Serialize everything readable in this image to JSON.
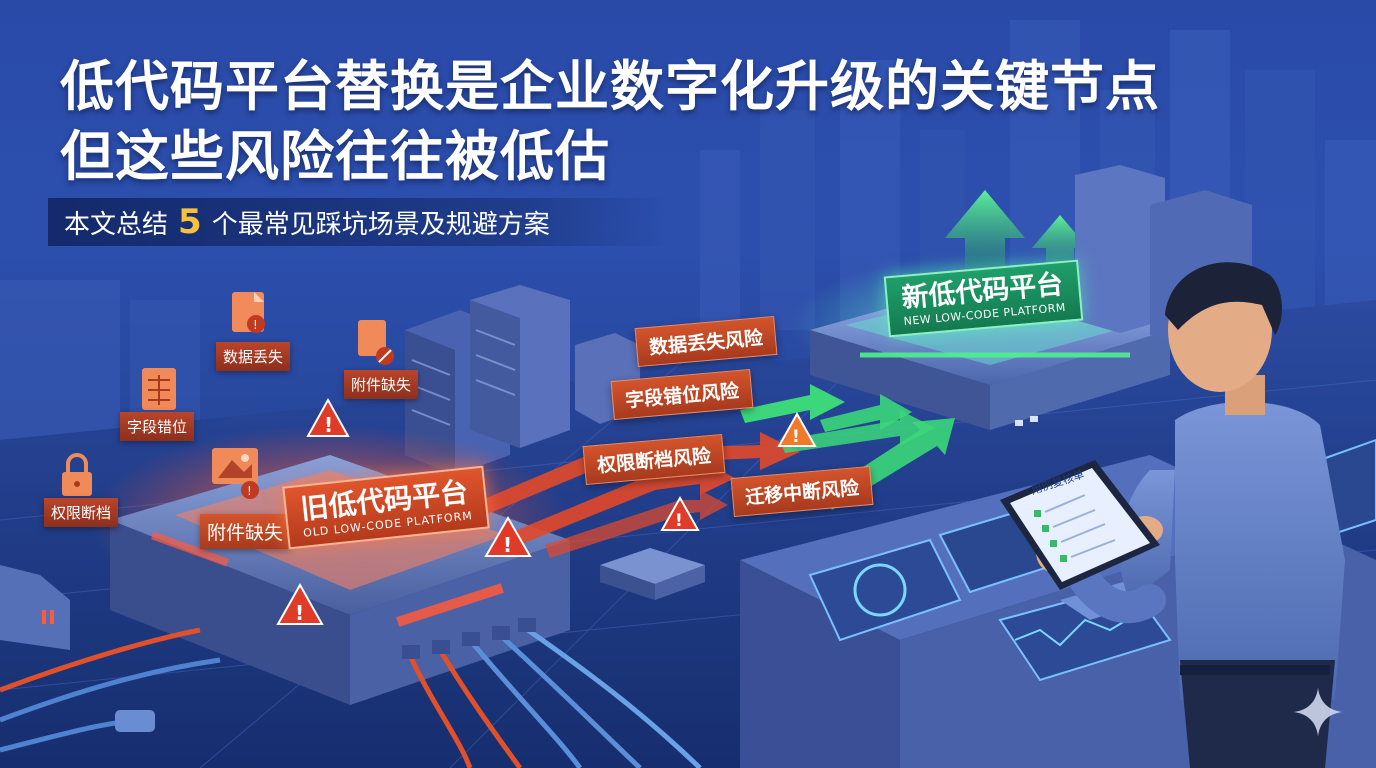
{
  "headline": {
    "line1": "低代码平台替换是企业数字化升级的关键节点",
    "line2": "但这些风险往往被低估"
  },
  "subtitle": {
    "prefix": "本文总结",
    "number": "5",
    "suffix": "个最常见踩坑场景及规避方案"
  },
  "old_platform": {
    "label_zh": "旧低代码平台",
    "label_en": "OLD LOW-CODE PLATFORM"
  },
  "new_platform": {
    "label_zh": "新低代码平台",
    "label_en": "NEW LOW-CODE PLATFORM"
  },
  "left_issue_tags": [
    "数据丢失",
    "附件缺失",
    "字段错位",
    "权限断档",
    "附件缺失"
  ],
  "risk_tags": [
    "数据丢失风险",
    "字段错位风险",
    "权限断档风险",
    "迁移中断风险"
  ],
  "tablet": {
    "header": "用例复核单"
  },
  "colors": {
    "background": "#2a4aa8",
    "risk_orange": "#c8482a",
    "new_green": "#1f9f6a",
    "accent_yellow": "#f7c23b"
  }
}
